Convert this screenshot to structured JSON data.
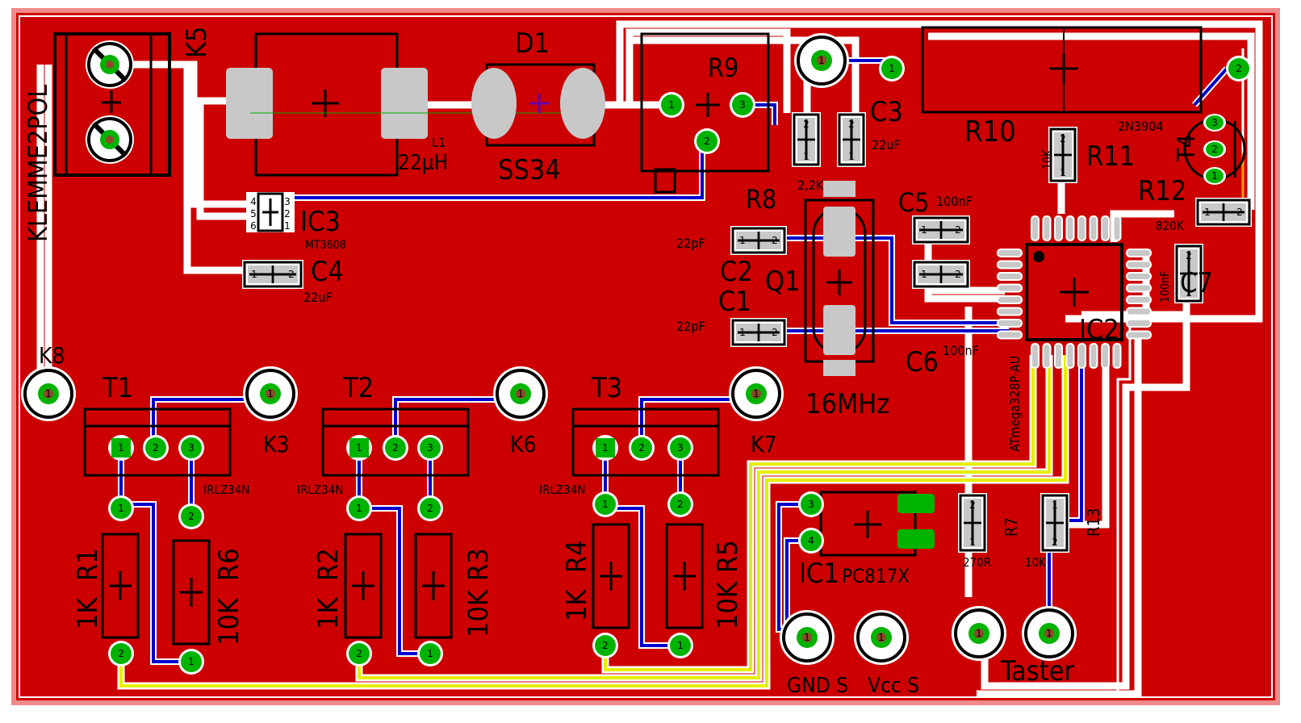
{
  "colors": {
    "board": "#cc0000",
    "top_trace": "#ffffff",
    "bottom_trace": "#0000cc",
    "yellow_trace": "#e6ee00",
    "pad": "#00b300",
    "smd_pad": "#c8c8c8",
    "silk": "#000000",
    "orange_trace": "#ff9900",
    "ratsnest": "#00aa00"
  },
  "components": {
    "k5": {
      "name": "K5",
      "value": "KLEMME2POL"
    },
    "l1": {
      "name": "L1",
      "value": "22µH"
    },
    "d1": {
      "name": "D1",
      "value": "SS34"
    },
    "r9": {
      "name": "R9"
    },
    "r8": {
      "name": "R8",
      "value": "2,2K"
    },
    "c3": {
      "name": "C3",
      "value": "22uF"
    },
    "r10": {
      "name": "R10"
    },
    "r11": {
      "name": "R11",
      "value": "10K"
    },
    "t4": {
      "name": "T4",
      "value": "2N3904"
    },
    "r12": {
      "name": "R12",
      "value": "820K"
    },
    "ic3": {
      "name": "IC3",
      "value": "MT3608"
    },
    "c4": {
      "name": "C4",
      "value": "22uF"
    },
    "c5": {
      "name": "C5",
      "value": "100nF"
    },
    "c2": {
      "name": "C2",
      "value": "22pF"
    },
    "c1": {
      "name": "C1",
      "value": "22pF"
    },
    "q1": {
      "name": "Q1",
      "value": "16MHz"
    },
    "c6": {
      "name": "C6",
      "value": "100nF"
    },
    "ic2": {
      "name": "IC2",
      "value": "ATmega328P-AU"
    },
    "c7": {
      "name": "C7",
      "value": "100nF"
    },
    "k8": {
      "name": "K8"
    },
    "t1": {
      "name": "T1",
      "value": "IRLZ34N"
    },
    "t2": {
      "name": "T2",
      "value": "IRLZ34N"
    },
    "t3": {
      "name": "T3",
      "value": "IRLZ34N"
    },
    "k3": {
      "name": "K3"
    },
    "k6": {
      "name": "K6"
    },
    "k7": {
      "name": "K7"
    },
    "r1": {
      "name": "R1",
      "value": "1K"
    },
    "r6": {
      "name": "R6",
      "value": "10K"
    },
    "r2": {
      "name": "R2",
      "value": "1K"
    },
    "r3": {
      "name": "R3",
      "value": "10K"
    },
    "r4": {
      "name": "R4",
      "value": "1K"
    },
    "r5": {
      "name": "R5",
      "value": "10K"
    },
    "ic1": {
      "name": "IC1",
      "value": "PC817X"
    },
    "r7": {
      "name": "R7",
      "value": "270R"
    },
    "r13": {
      "name": "R13",
      "value": "10K"
    }
  },
  "connectors": {
    "gnd": "GND S",
    "vcc": "Vcc S",
    "taster": "Taster"
  }
}
